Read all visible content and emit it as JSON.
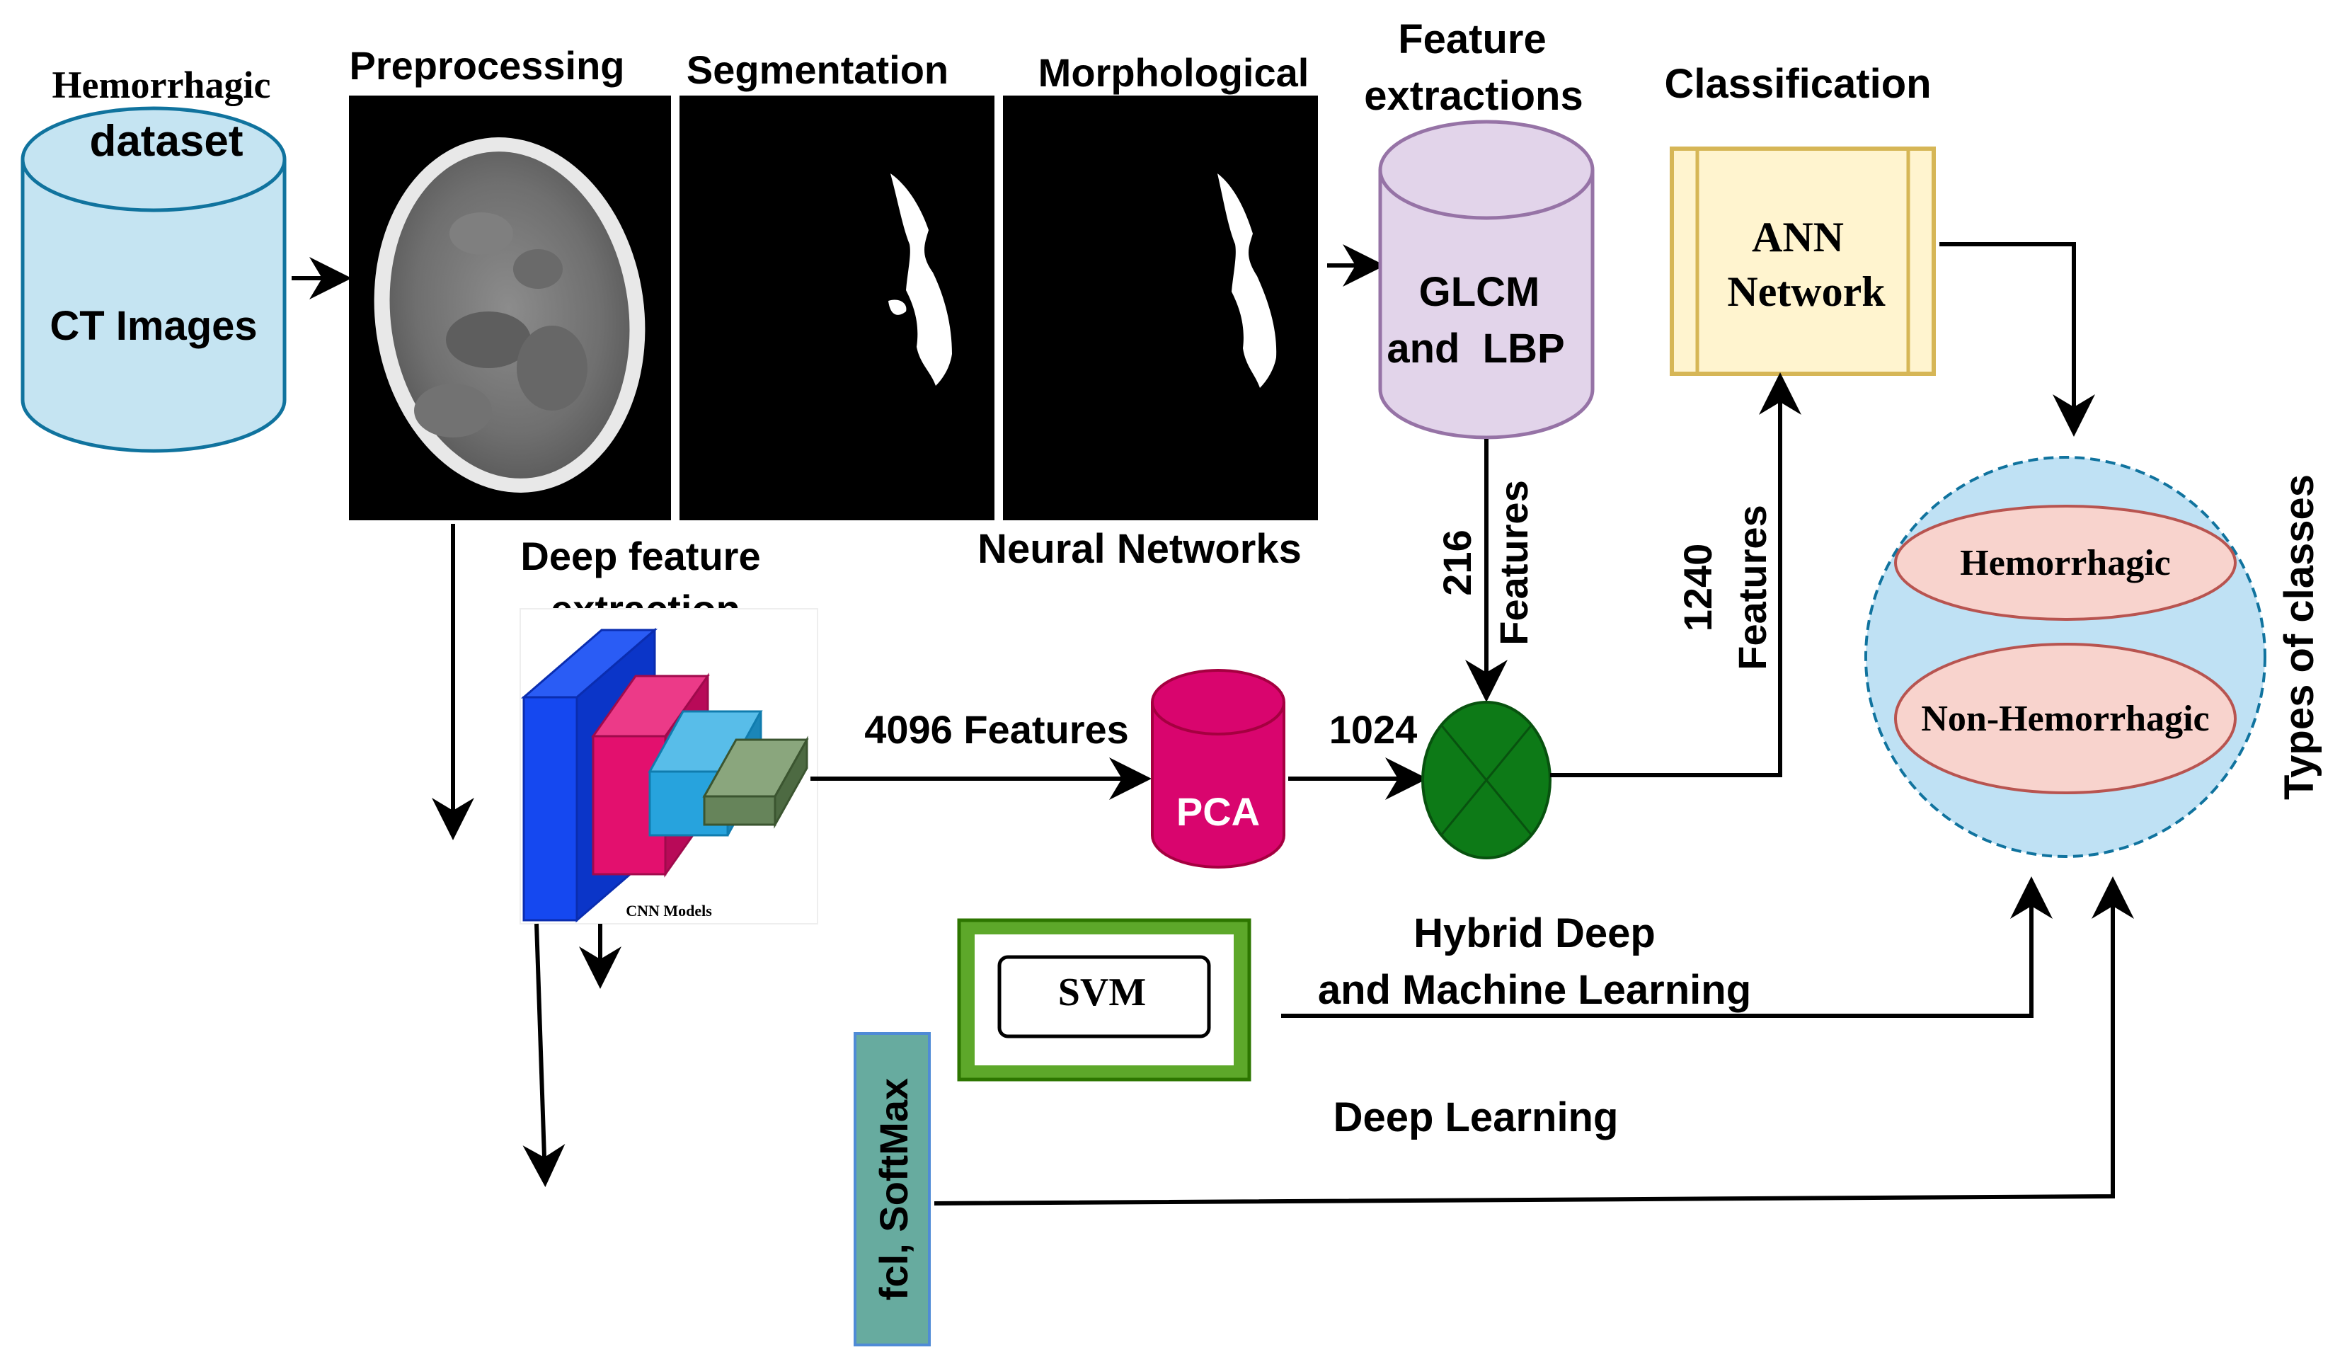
{
  "title": "",
  "labels": {
    "dataset_top": "Hemorrhagic",
    "dataset_bottom": "dataset",
    "ct_images": "CT Images",
    "preprocessing": "Preprocessing",
    "segmentation": "Segmentation",
    "morphological": "Morphological",
    "feature_extractions_1": "Feature",
    "feature_extractions_2": "extractions",
    "glcm": "GLCM",
    "and_lbp": "and  LBP",
    "classification": "Classification",
    "ann_1": "ANN",
    "ann_2": "Network",
    "neural_networks": "Neural Networks",
    "deep_feature_1": "Deep feature",
    "deep_feature_2": "extraction",
    "cnn_models": "CNN Models",
    "features_4096": "4096 Features",
    "pca": "PCA",
    "n_1024": "1024",
    "n_216": "216",
    "features_216": "Features",
    "n_1240": "1240",
    "features_1240": "Features",
    "svm": "SVM",
    "hybrid_1": "Hybrid Deep",
    "hybrid_2": "and Machine Learning",
    "deep_learning": "Deep Learning",
    "fcl_softmax": "fcl, SoftMax",
    "hemorrhagic_class": "Hemorrhagic",
    "non_hemorrhagic_class": "Non-Hemorrhagic",
    "types_of_classes": "Types of classes"
  },
  "colors": {
    "cylinder_blue": "#c5e4f2",
    "cylinder_purple": "#e2d4ea",
    "pca_pink": "#d9056e",
    "ann_fill": "#fff4cf",
    "ann_border": "#d6b656",
    "combine_green": "#0d7a17",
    "svm_green": "#5da82a",
    "fcl_teal": "#67ab9f",
    "classes_blue": "#bfe1f4",
    "class_pink": "#f8d3cd",
    "class_border": "#b85450",
    "cnn_blue": "#1548f0",
    "cnn_magenta": "#e3106e",
    "cnn_cyan": "#27a3dd",
    "cnn_green": "#66845a"
  }
}
